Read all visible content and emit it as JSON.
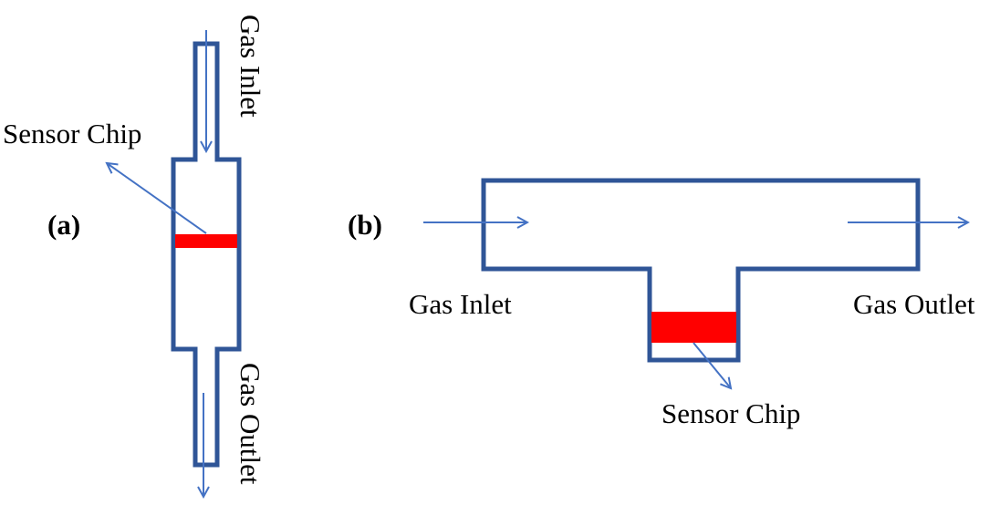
{
  "colors": {
    "outline": "#2f5597",
    "arrow": "#4472c4",
    "chip": "#ff0000",
    "text": "#000000"
  },
  "panel_a": {
    "label": "(a)",
    "gas_inlet": "Gas Inlet",
    "gas_outlet": "Gas Outlet",
    "sensor_chip": "Sensor Chip"
  },
  "panel_b": {
    "label": "(b)",
    "gas_inlet": "Gas Inlet",
    "gas_outlet": "Gas Outlet",
    "sensor_chip": "Sensor Chip"
  }
}
